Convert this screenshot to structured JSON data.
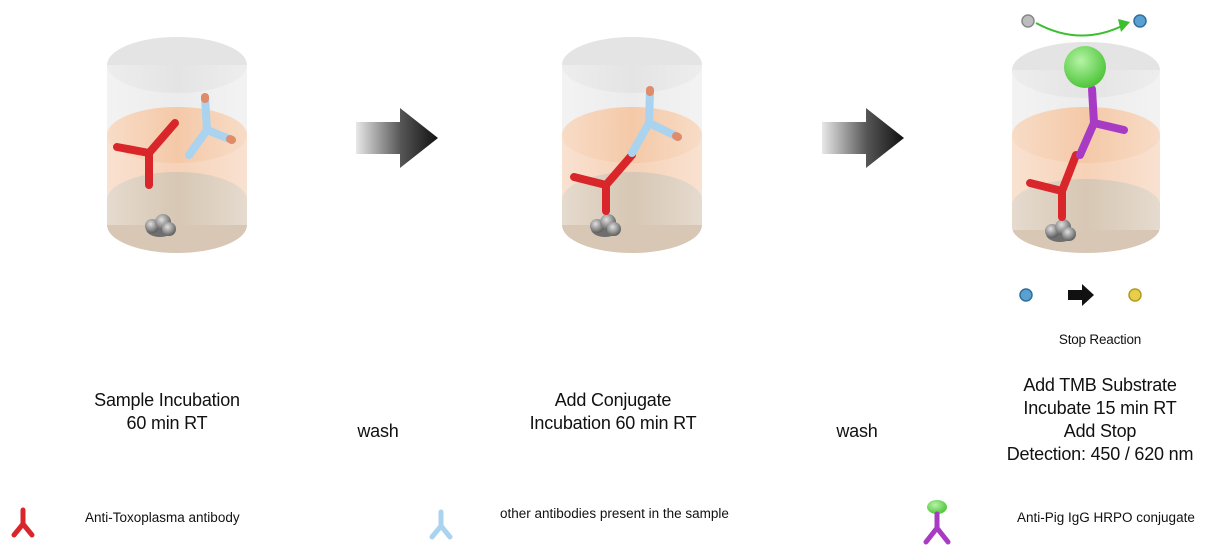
{
  "steps": [
    {
      "line1": "Sample Incubation",
      "line2": "60 min RT"
    },
    {
      "line1": "Add Conjugate",
      "line2": "Incubation 60 min RT"
    },
    {
      "line1": "Add TMB Substrate",
      "line2": "Incubate 15 min RT",
      "line3": "Add Stop",
      "line4": "Detection: 450 / 620 nm"
    }
  ],
  "wash_labels": [
    "wash",
    "wash"
  ],
  "stop_reaction": "Stop Reaction",
  "legend": [
    {
      "label": "Anti-Toxoplasma antibody",
      "icon": "red-antibody-icon",
      "color": "#d8262a"
    },
    {
      "label": "other antibodies present in the sample",
      "icon": "light-blue-antibody-icon",
      "color": "#a9d3ee"
    },
    {
      "label": "Anti-Pig IgG HRPO conjugate",
      "icon": "purple-conjugate-icon",
      "color": "#a83bc4"
    }
  ],
  "colors": {
    "antibody_red": "#d8262a",
    "antibody_blue": "#a9d3ee",
    "conjugate_purple": "#a83bc4",
    "hrpo_green": "#6fdc5a",
    "cylinder_top": "#e4e4e4",
    "cylinder_middle": "#f6d2b8",
    "cylinder_bottom": "#d7c7b4",
    "arrow": "#222222",
    "substrate_blue": "#5aa0d0",
    "product_yellow": "#e6cf4a"
  }
}
